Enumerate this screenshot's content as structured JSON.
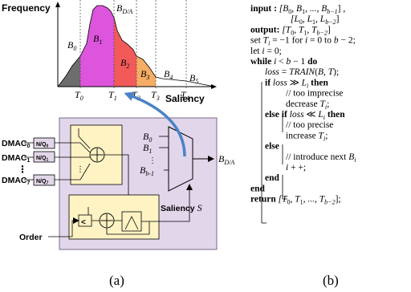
{
  "histogram": {
    "ylabel": "Frequency",
    "xlabel": "Saliency",
    "bin_labels": [
      "B_0",
      "B_1",
      "B_2",
      "B_3",
      "B_4",
      "B_5"
    ],
    "top_label": "B_{D/A}",
    "thresholds": [
      "T_0",
      "T_1",
      "T_2",
      "T_3",
      "T_4"
    ],
    "colors": {
      "B0": "#6d6d6d",
      "B1": "#dc55dc",
      "B2": "#f25a5a",
      "B3": "#f5ad65",
      "tail": "#ffffff"
    }
  },
  "circuit": {
    "inputs": [
      "DMAC0",
      "DMAC1",
      "DMAC7"
    ],
    "input_subs": [
      "0",
      "1",
      "7"
    ],
    "nq_labels": [
      "N/Q0",
      "N/Q1",
      "N/Q7"
    ],
    "dots": "⋮",
    "order_label": "Order",
    "compare_label": "<",
    "mux_inputs": [
      "B_0",
      "B_1",
      "⋮",
      "B_{b-1}"
    ],
    "mux_output": "B_{D/A}",
    "saliency_label": "Saliency",
    "saliency_symbol": "S",
    "colors": {
      "box_fill": "#e2d6ea",
      "box_stroke": "#7a6a8a",
      "inner_fill": "#fff3c4",
      "arrow": "#4a82c8"
    }
  },
  "algorithm": {
    "lines": [
      {
        "indent": 0,
        "parts": [
          {
            "t": "input : ",
            "s": "b"
          },
          {
            "t": "[B",
            "s": "it"
          },
          {
            "t": "0",
            "s": "sub"
          },
          {
            "t": ", B",
            "s": "it"
          },
          {
            "t": "1",
            "s": "sub"
          },
          {
            "t": ", ..., B",
            "s": "it"
          },
          {
            "t": "b−1",
            "s": "subit"
          },
          {
            "t": "] ,",
            "s": "n"
          }
        ]
      },
      {
        "indent": 1,
        "parts": [
          {
            "t": "[L",
            "s": "it"
          },
          {
            "t": "0",
            "s": "sub"
          },
          {
            "t": ", L",
            "s": "it"
          },
          {
            "t": "1",
            "s": "sub"
          },
          {
            "t": ", L",
            "s": "it"
          },
          {
            "t": "b−2",
            "s": "subit"
          },
          {
            "t": "]",
            "s": "n"
          }
        ]
      },
      {
        "indent": 0,
        "parts": [
          {
            "t": "output: ",
            "s": "b"
          },
          {
            "t": "[T",
            "s": "it"
          },
          {
            "t": "0",
            "s": "sub"
          },
          {
            "t": ", T",
            "s": "it"
          },
          {
            "t": "1",
            "s": "sub"
          },
          {
            "t": ", T",
            "s": "it"
          },
          {
            "t": "b−2",
            "s": "subit"
          },
          {
            "t": "]",
            "s": "n"
          }
        ]
      },
      {
        "indent": 0,
        "parts": [
          {
            "t": "set ",
            "s": "n"
          },
          {
            "t": "T",
            "s": "it"
          },
          {
            "t": "i",
            "s": "subit"
          },
          {
            "t": " = −1 for ",
            "s": "n"
          },
          {
            "t": "i",
            "s": "it"
          },
          {
            "t": " = 0 to ",
            "s": "n"
          },
          {
            "t": "b",
            "s": "it"
          },
          {
            "t": " − 2;",
            "s": "n"
          }
        ]
      },
      {
        "indent": 0,
        "parts": [
          {
            "t": "let ",
            "s": "n"
          },
          {
            "t": "i",
            "s": "it"
          },
          {
            "t": " = 0;",
            "s": "n"
          }
        ]
      },
      {
        "indent": 0,
        "parts": [
          {
            "t": "while ",
            "s": "b"
          },
          {
            "t": "i",
            "s": "it"
          },
          {
            "t": " < ",
            "s": "n"
          },
          {
            "t": "b",
            "s": "it"
          },
          {
            "t": " − 1 ",
            "s": "n"
          },
          {
            "t": "do",
            "s": "b"
          }
        ]
      },
      {
        "indent": 1,
        "parts": [
          {
            "t": "loss",
            "s": "it"
          },
          {
            "t": " = ",
            "s": "n"
          },
          {
            "t": "TRAIN",
            "s": "it"
          },
          {
            "t": "(",
            "s": "n"
          },
          {
            "t": "B, T",
            "s": "it"
          },
          {
            "t": ");",
            "s": "n"
          }
        ]
      },
      {
        "indent": 1,
        "parts": [
          {
            "t": "if ",
            "s": "b"
          },
          {
            "t": "loss",
            "s": "it"
          },
          {
            "t": " ≫ ",
            "s": "n"
          },
          {
            "t": "L",
            "s": "it"
          },
          {
            "t": "i",
            "s": "subit"
          },
          {
            "t": " then",
            "s": "b"
          }
        ]
      },
      {
        "indent": 2,
        "parts": [
          {
            "t": "// too imprecise",
            "s": "n"
          }
        ]
      },
      {
        "indent": 2,
        "parts": [
          {
            "t": "decrease ",
            "s": "n"
          },
          {
            "t": "T",
            "s": "it"
          },
          {
            "t": "i",
            "s": "subit"
          },
          {
            "t": ";",
            "s": "n"
          }
        ]
      },
      {
        "indent": 1,
        "parts": [
          {
            "t": "else if ",
            "s": "b"
          },
          {
            "t": "loss",
            "s": "it"
          },
          {
            "t": " ≪ ",
            "s": "n"
          },
          {
            "t": "L",
            "s": "it"
          },
          {
            "t": "i",
            "s": "subit"
          },
          {
            "t": " then",
            "s": "b"
          }
        ]
      },
      {
        "indent": 2,
        "parts": [
          {
            "t": "// too precise",
            "s": "n"
          }
        ]
      },
      {
        "indent": 2,
        "parts": [
          {
            "t": "increase ",
            "s": "n"
          },
          {
            "t": "T",
            "s": "it"
          },
          {
            "t": "i",
            "s": "subit"
          },
          {
            "t": ";",
            "s": "n"
          }
        ]
      },
      {
        "indent": 1,
        "parts": [
          {
            "t": "else",
            "s": "b"
          }
        ]
      },
      {
        "indent": 2,
        "parts": [
          {
            "t": "// introduce next ",
            "s": "n"
          },
          {
            "t": "B",
            "s": "it"
          },
          {
            "t": "i",
            "s": "subit"
          }
        ]
      },
      {
        "indent": 2,
        "parts": [
          {
            "t": "i",
            "s": "it"
          },
          {
            "t": " + +;",
            "s": "n"
          }
        ]
      },
      {
        "indent": 1,
        "parts": [
          {
            "t": "end",
            "s": "b"
          }
        ]
      },
      {
        "indent": 0,
        "parts": [
          {
            "t": "end",
            "s": "b"
          }
        ]
      },
      {
        "indent": 0,
        "parts": [
          {
            "t": "return ",
            "s": "b"
          },
          {
            "t": "[T",
            "s": "it"
          },
          {
            "t": "0",
            "s": "sub"
          },
          {
            "t": ", T",
            "s": "it"
          },
          {
            "t": "1",
            "s": "sub"
          },
          {
            "t": ", ..., T",
            "s": "it"
          },
          {
            "t": "b−2",
            "s": "subit"
          },
          {
            "t": "];",
            "s": "n"
          }
        ]
      }
    ]
  },
  "captions": {
    "left": "(a)",
    "right": "(b)"
  }
}
